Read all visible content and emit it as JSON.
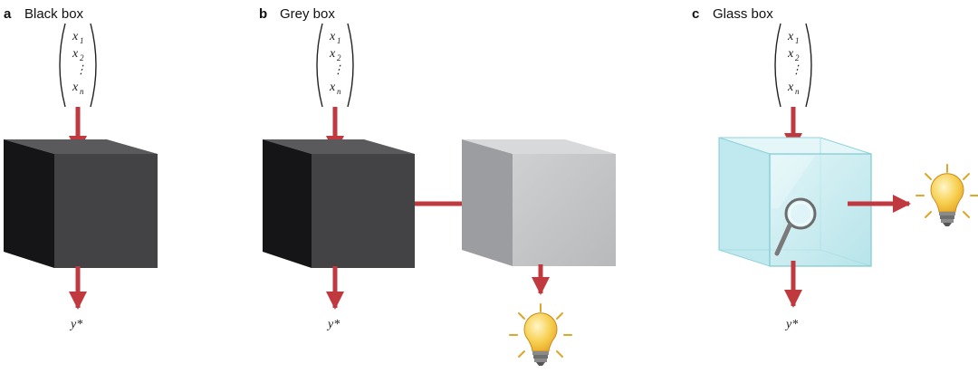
{
  "panels": [
    {
      "letter": "a",
      "title": "Black box",
      "output": "y*"
    },
    {
      "letter": "b",
      "title": "Grey box",
      "output": "y*"
    },
    {
      "letter": "c",
      "title": "Glass box",
      "output": "y*"
    }
  ],
  "input_vector": {
    "x1_base": "x",
    "x1_sub": "1",
    "x2_base": "x",
    "x2_sub": "2",
    "dots": "⋮",
    "xn_base": "x",
    "xn_sub": "n"
  },
  "colors": {
    "arrow": "#c0393e",
    "black_box_front": "#434345",
    "black_box_top": "#5a5a5c",
    "black_box_side": "#151517",
    "grey_box_front": "#c3c4c6",
    "grey_box_top": "#d8d9db",
    "grey_box_side": "#9c9da0",
    "glass_box": "#aee4ea",
    "bulb": "#f6c646"
  },
  "icons": [
    "magnifier-icon",
    "lightbulb-icon"
  ]
}
